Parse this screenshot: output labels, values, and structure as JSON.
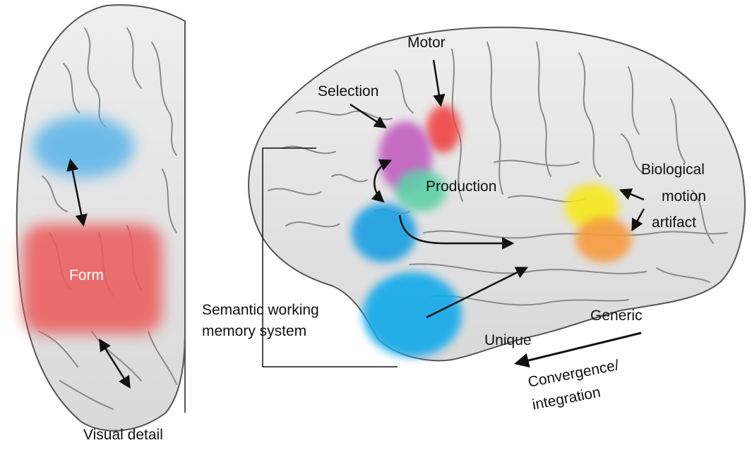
{
  "labels": {
    "motor": "Motor",
    "selection": "Selection",
    "production": "Production",
    "biological_1": "Biological",
    "biological_2": "motion",
    "biological_3": "artifact",
    "form": "Form",
    "semantic_1": "Semantic working",
    "semantic_2": "memory system",
    "generic": "Generic",
    "unique": "Unique",
    "convergence_1": "Convergence/",
    "convergence_2": "integration",
    "visual_detail": "Visual detail"
  },
  "region_colors": {
    "visual_detail_upper": "#5ab4ea",
    "form": "#ec5a5a",
    "motor": "#f04545",
    "selection": "#c35fc0",
    "production": "#5fd0a8",
    "semantic_frontal": "#1ba0e2",
    "semantic_temporal": "#19aaea",
    "biological_yellow": "#f7e81e",
    "biological_orange": "#f79a3a"
  }
}
